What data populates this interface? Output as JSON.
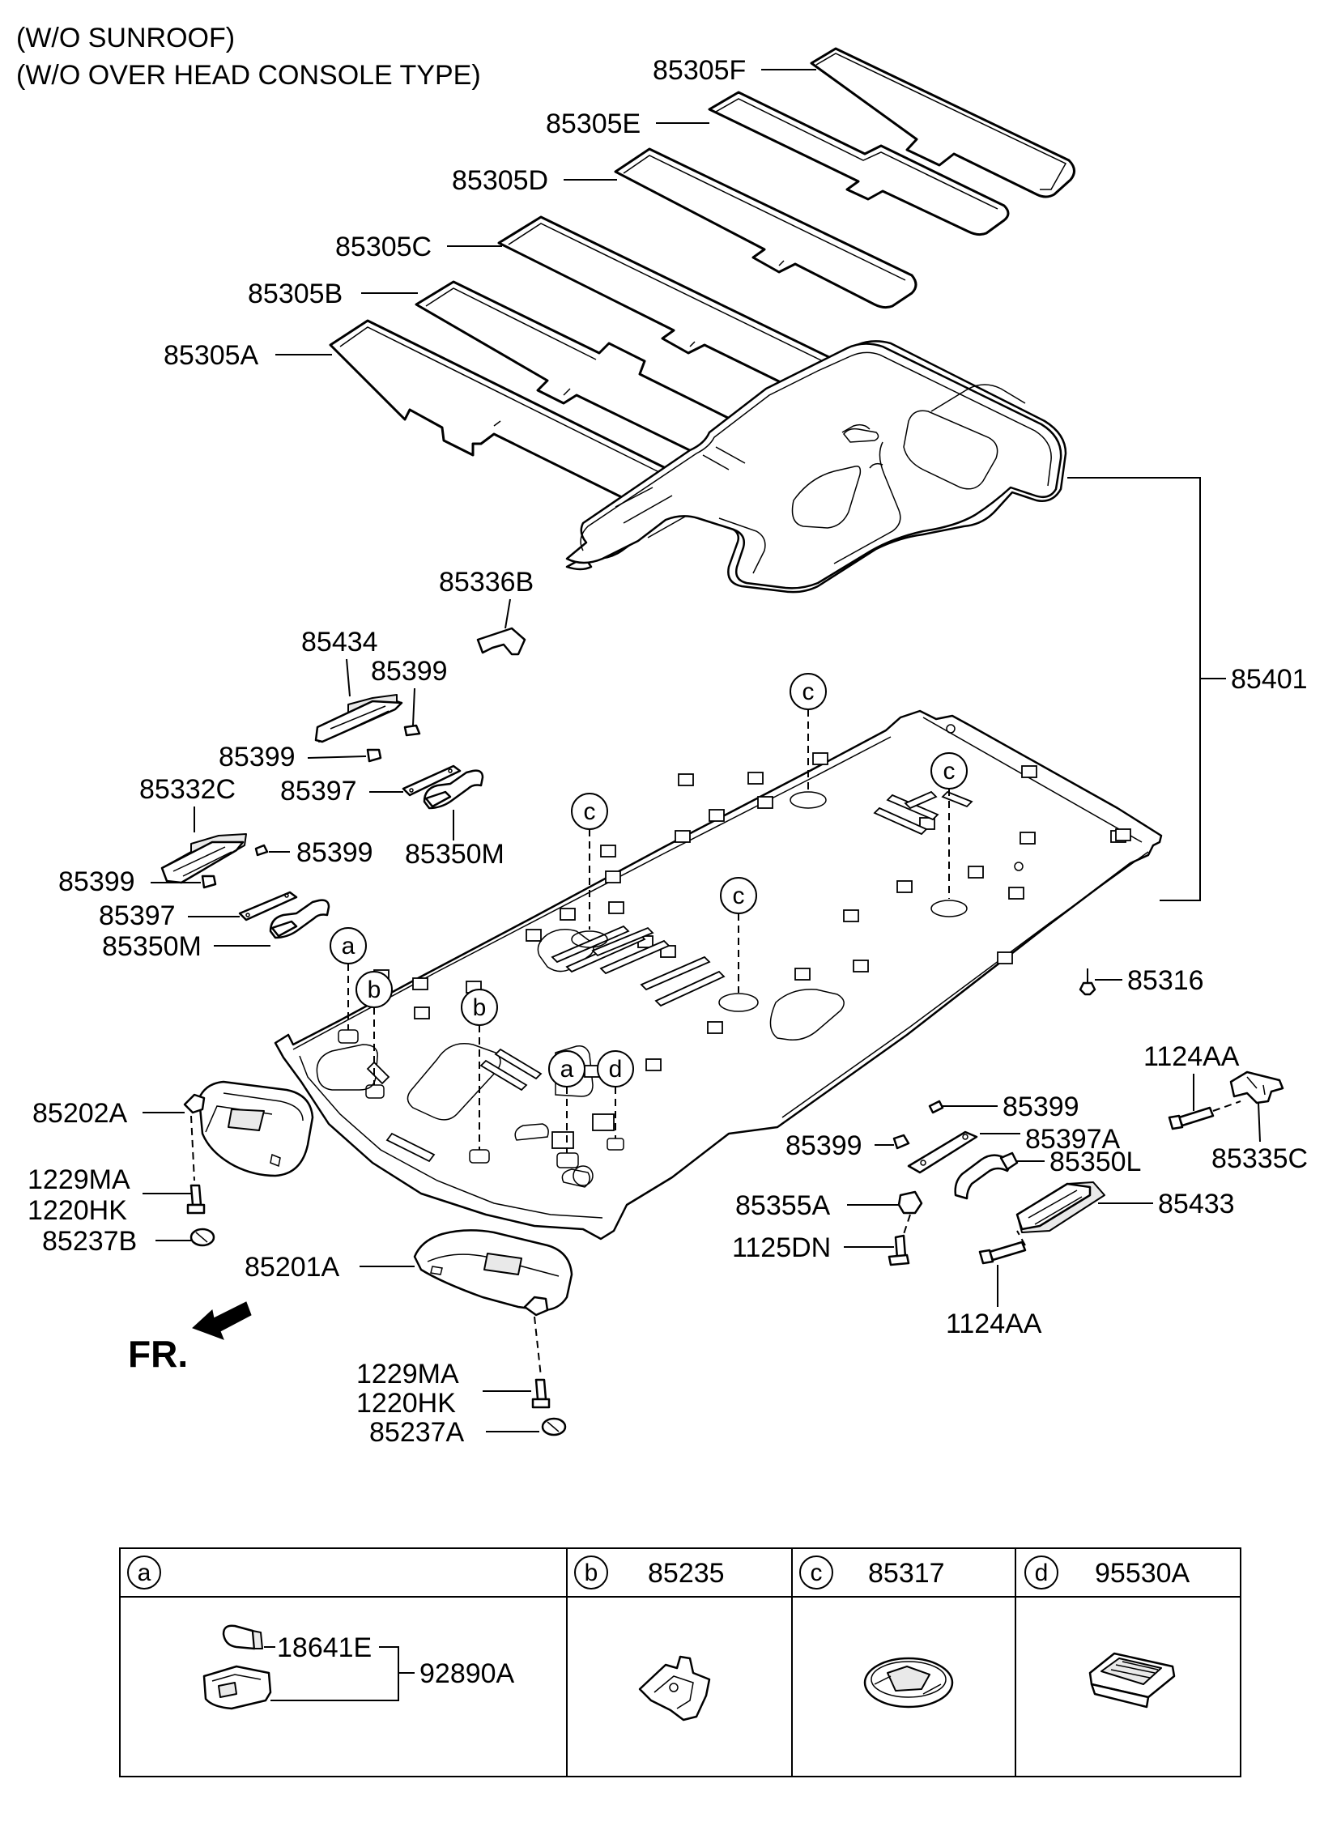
{
  "header": {
    "line1": "(W/O SUNROOF)",
    "line2": "(W/O OVER HEAD CONSOLE TYPE)"
  },
  "labels": {
    "p85305F": "85305F",
    "p85305E": "85305E",
    "p85305D": "85305D",
    "p85305C": "85305C",
    "p85305B": "85305B",
    "p85305A": "85305A",
    "p85401": "85401",
    "p85336B": "85336B",
    "p85434": "85434",
    "p85399_1": "85399",
    "p85399_2": "85399",
    "p85397_1": "85397",
    "p85332C": "85332C",
    "p85399_3": "85399",
    "p85350M_1": "85350M",
    "p85399_4": "85399",
    "p85397_2": "85397",
    "p85350M_2": "85350M",
    "p85316": "85316",
    "p1124AA_1": "1124AA",
    "p85335C": "85335C",
    "p85399_5": "85399",
    "p85397A": "85397A",
    "p85399_6": "85399",
    "p85350L": "85350L",
    "p85355A": "85355A",
    "p85433": "85433",
    "p1125DN": "1125DN",
    "p1124AA_2": "1124AA",
    "p85202A": "85202A",
    "p1229MA_1": "1229MA",
    "p1220HK_1": "1220HK",
    "p85237B": "85237B",
    "p85201A": "85201A",
    "p1229MA_2": "1229MA",
    "p1220HK_2": "1220HK",
    "p85237A": "85237A",
    "front": "FR."
  },
  "callouts": {
    "a": "a",
    "b": "b",
    "c": "c",
    "d": "d"
  },
  "table": {
    "cols": [
      {
        "letter": "a",
        "part": ""
      },
      {
        "letter": "b",
        "part": "85235"
      },
      {
        "letter": "c",
        "part": "85317"
      },
      {
        "letter": "d",
        "part": "95530A"
      }
    ],
    "a_sub1": "18641E",
    "a_sub2": "92890A"
  }
}
